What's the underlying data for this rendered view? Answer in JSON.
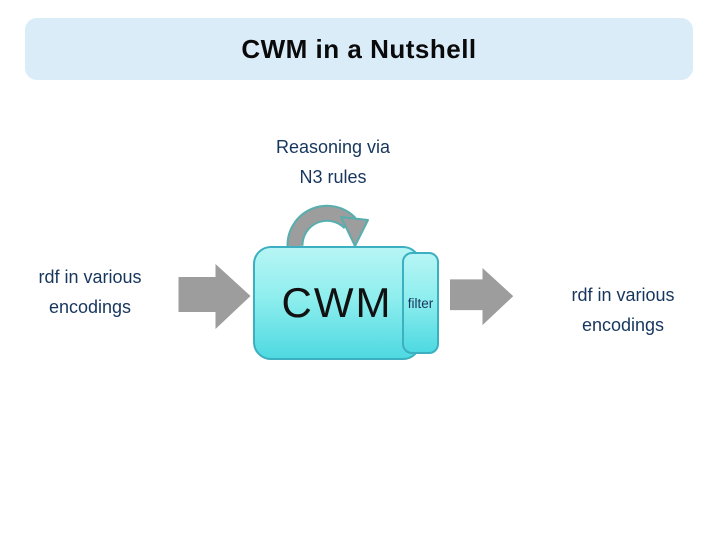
{
  "slide": {
    "title": "CWM in a Nutshell",
    "caption": {
      "line1": "Reasoning via",
      "line2": "N3 rules"
    },
    "left_label": {
      "line1": "rdf in various",
      "line2": "encodings"
    },
    "right_label": {
      "line1": "rdf in various",
      "line2": "encodings"
    },
    "cwm_box": {
      "label": "CWM"
    },
    "filter_box": {
      "label": "filter"
    },
    "colors": {
      "title_bar_bg": "#dbecf9",
      "title_text": "#0a0a0a",
      "body_text": "#17365d",
      "box_gradient_top": "#b7f5f5",
      "box_gradient_bottom": "#4ed9e1",
      "box_border": "#3cafc0",
      "arrow_gray": "#9d9d9d",
      "loop_arrow_outline": "#57aeae"
    }
  }
}
